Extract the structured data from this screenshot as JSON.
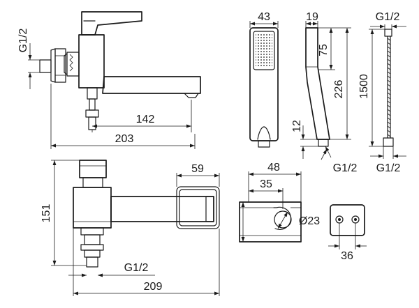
{
  "dimensions": {
    "faucet_side": {
      "thread": "G1/2",
      "spout_reach": "142",
      "total_depth": "203"
    },
    "faucet_top": {
      "height": "151",
      "thread": "G1/2",
      "width": "209",
      "bracket_width": "59"
    },
    "hand_shower": {
      "head_width": "43",
      "handle_width": "19",
      "upper_length": "75",
      "length": "226",
      "tip": "12",
      "thread": "G1/2"
    },
    "hose": {
      "thread_top": "G1/2",
      "length": "1500",
      "thread_bottom": "G1/2"
    },
    "holder": {
      "width": "48",
      "offset": "35",
      "diameter": "Ø23"
    },
    "wall_plate": {
      "width": "36"
    }
  },
  "colors": {
    "line": "#1a1a1a",
    "background": "#ffffff"
  }
}
